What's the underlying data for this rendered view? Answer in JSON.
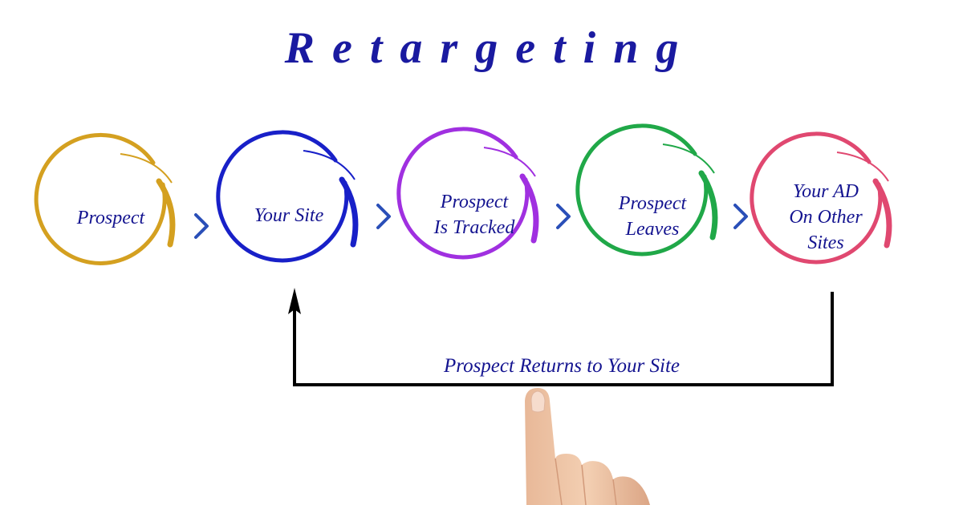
{
  "title": "Retargeting",
  "colors": {
    "title_text": "#1a1aa0",
    "label_text": "#141490",
    "chevron": "#2a4fb8",
    "arrow_line": "#000000"
  },
  "steps": [
    {
      "label_line1": "Prospect",
      "label_line2": "",
      "label_line3": "",
      "color": "#d4a020"
    },
    {
      "label_line1": "Your Site",
      "label_line2": "",
      "label_line3": "",
      "color": "#1820c8"
    },
    {
      "label_line1": "Prospect",
      "label_line2": "Is Tracked",
      "label_line3": "",
      "color": "#a030e0"
    },
    {
      "label_line1": "Prospect",
      "label_line2": "Leaves",
      "label_line3": "",
      "color": "#20a848"
    },
    {
      "label_line1": "Your AD",
      "label_line2": "On Other",
      "label_line3": "Sites",
      "color": "#e04870"
    }
  ],
  "return_flow": {
    "label": "Prospect Returns to Your Site",
    "from": "Your AD On Other Sites",
    "to": "Your Site"
  },
  "decorations": {
    "pointing_hand": "hand-pointing-up"
  }
}
